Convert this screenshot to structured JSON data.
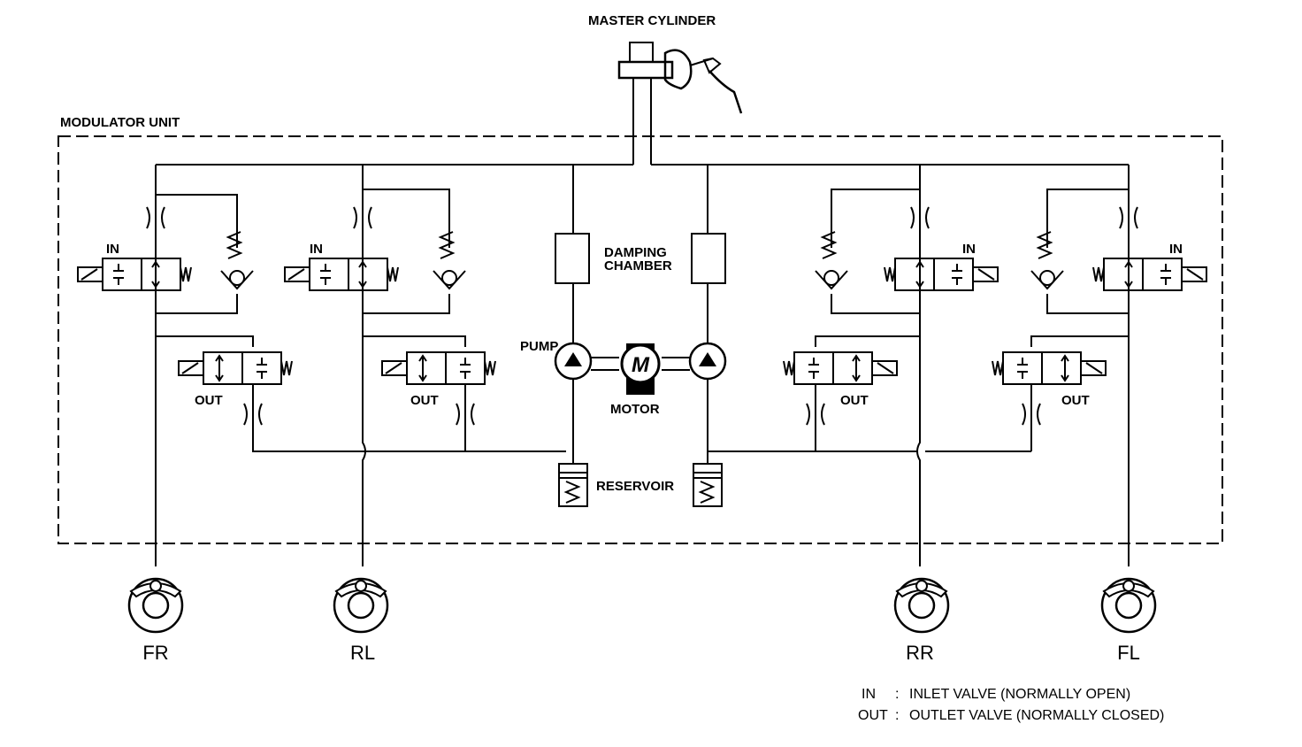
{
  "labels": {
    "master_cylinder": "MASTER CYLINDER",
    "modulator_unit": "MODULATOR UNIT",
    "damping_chamber_1": "DAMPING",
    "damping_chamber_2": "CHAMBER",
    "pump": "PUMP",
    "motor": "MOTOR",
    "motor_symbol": "M",
    "reservoir": "RESERVOIR",
    "inlet_tag": "IN",
    "outlet_tag": "OUT"
  },
  "wheels": [
    {
      "id": "FR",
      "label": "FR"
    },
    {
      "id": "RL",
      "label": "RL"
    },
    {
      "id": "RR",
      "label": "RR"
    },
    {
      "id": "FL",
      "label": "FL"
    }
  ],
  "legend": [
    {
      "abbr": "IN",
      "sep": ":",
      "text": "INLET VALVE (NORMALLY OPEN)"
    },
    {
      "abbr": "OUT",
      "sep": ":",
      "text": "OUTLET VALVE (NORMALLY CLOSED)"
    }
  ]
}
